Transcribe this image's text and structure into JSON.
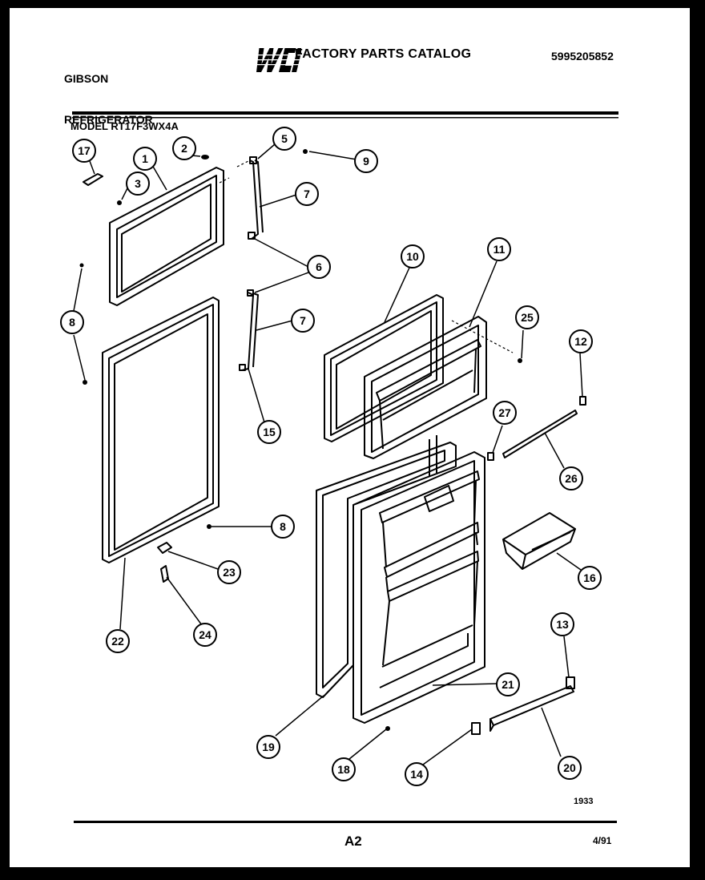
{
  "header": {
    "brand_line1": "GIBSON",
    "brand_line2": "REFRIGERATOR",
    "logo_text": "WCI",
    "catalog_title": "FACTORY PARTS CATALOG",
    "part_number": "5995205852"
  },
  "model": "MODEL RT17F3WX4A",
  "callouts": [
    {
      "id": "c17",
      "label": "17"
    },
    {
      "id": "c1",
      "label": "1"
    },
    {
      "id": "c2",
      "label": "2"
    },
    {
      "id": "c3",
      "label": "3"
    },
    {
      "id": "c5",
      "label": "5"
    },
    {
      "id": "c9",
      "label": "9"
    },
    {
      "id": "c7a",
      "label": "7"
    },
    {
      "id": "c6",
      "label": "6"
    },
    {
      "id": "c8a",
      "label": "8"
    },
    {
      "id": "c7b",
      "label": "7"
    },
    {
      "id": "c15",
      "label": "15"
    },
    {
      "id": "c10",
      "label": "10"
    },
    {
      "id": "c11",
      "label": "11"
    },
    {
      "id": "c25",
      "label": "25"
    },
    {
      "id": "c12",
      "label": "12"
    },
    {
      "id": "c27",
      "label": "27"
    },
    {
      "id": "c26",
      "label": "26"
    },
    {
      "id": "c8b",
      "label": "8"
    },
    {
      "id": "c16",
      "label": "16"
    },
    {
      "id": "c23",
      "label": "23"
    },
    {
      "id": "c22",
      "label": "22"
    },
    {
      "id": "c24",
      "label": "24"
    },
    {
      "id": "c13",
      "label": "13"
    },
    {
      "id": "c21",
      "label": "21"
    },
    {
      "id": "c19",
      "label": "19"
    },
    {
      "id": "c18",
      "label": "18"
    },
    {
      "id": "c14",
      "label": "14"
    },
    {
      "id": "c20",
      "label": "20"
    }
  ],
  "footer": {
    "drawing_code": "1933",
    "page_code": "A2",
    "date_code": "4/91"
  }
}
